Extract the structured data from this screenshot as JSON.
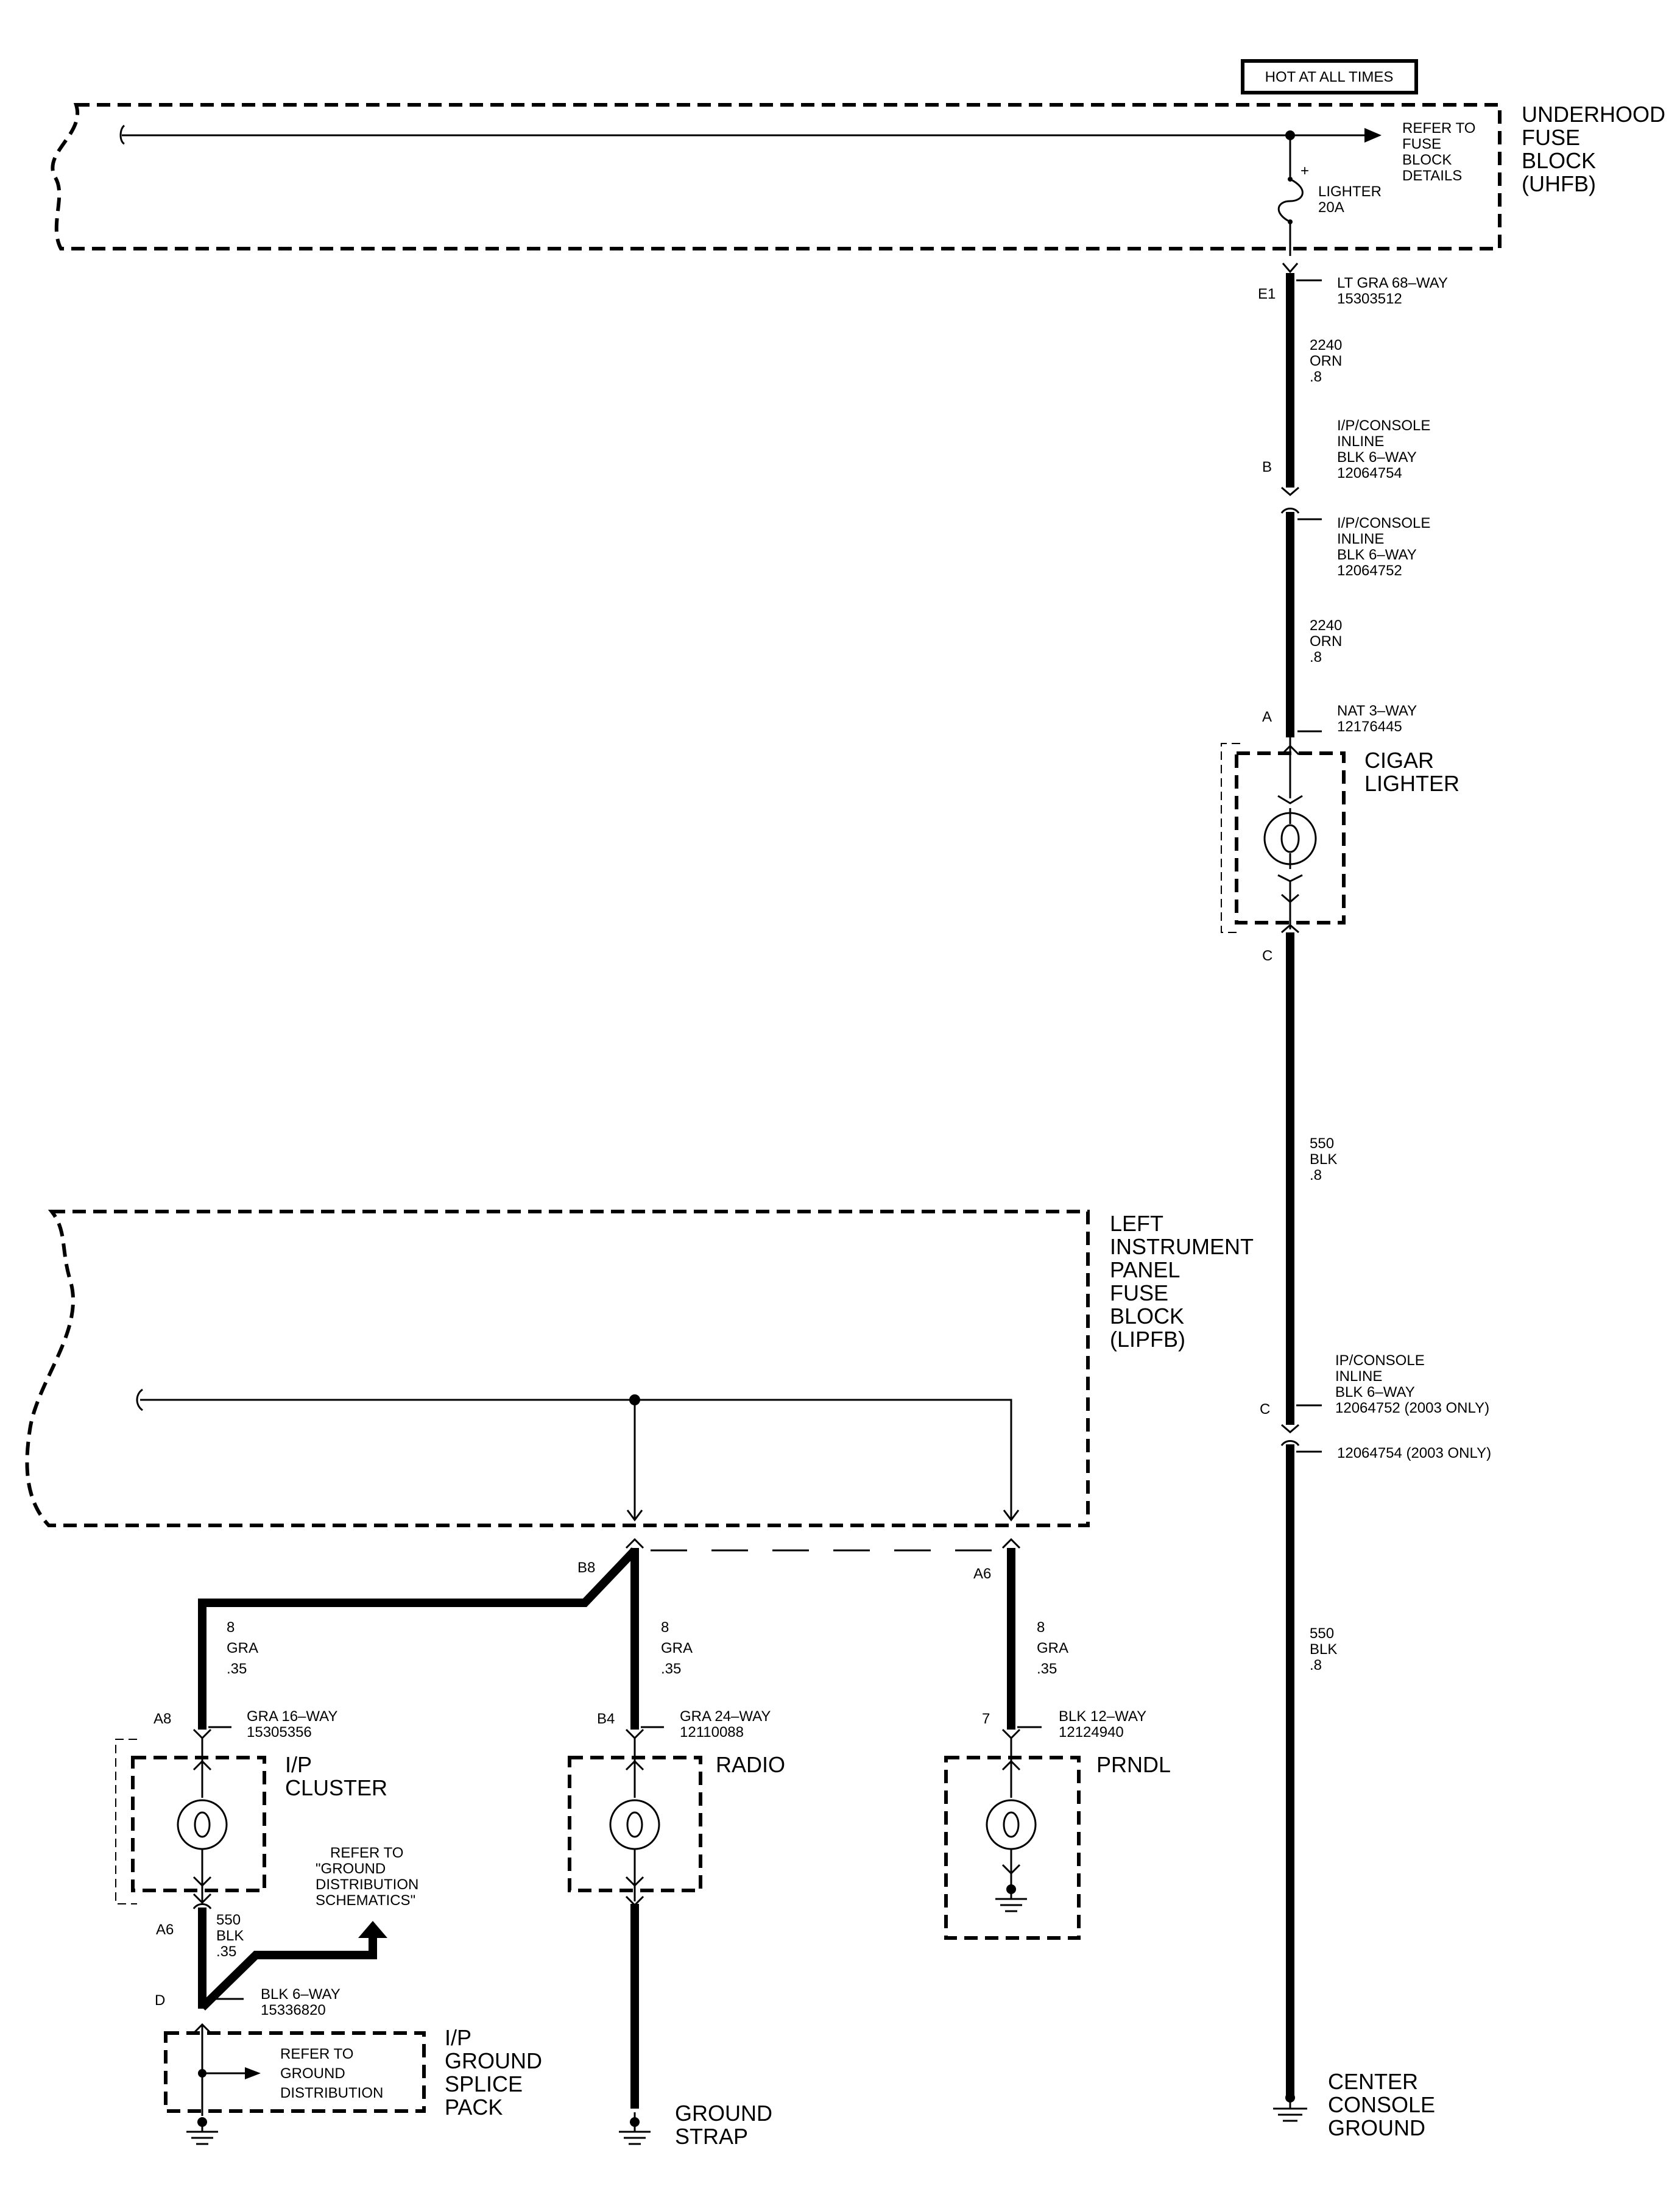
{
  "power_tag": "HOT AT ALL TIMES",
  "uhfb": {
    "title": [
      "UNDERHOOD",
      "FUSE",
      "BLOCK",
      "(UHFB)"
    ],
    "refer": [
      "REFER TO",
      "FUSE",
      "BLOCK",
      "DETAILS"
    ],
    "fuse_plus": "+",
    "fuse": [
      "LIGHTER",
      "20A"
    ]
  },
  "right_circuit": {
    "e1_pin": "E1",
    "e1_connector": [
      "LT GRA 68–WAY",
      "15303512"
    ],
    "wire1": [
      "2240",
      "ORN",
      ".8"
    ],
    "b_pin": "B",
    "conn_b_upper": [
      "I/P/CONSOLE",
      "INLINE",
      "BLK 6–WAY",
      "12064754"
    ],
    "conn_b_lower": [
      "I/P/CONSOLE",
      "INLINE",
      "BLK 6–WAY",
      "12064752"
    ],
    "wire2": [
      "2240",
      "ORN",
      ".8"
    ],
    "a_pin": "A",
    "lighter_connector": [
      "NAT 3–WAY",
      "12176445"
    ],
    "cigar_lighter": [
      "CIGAR",
      "LIGHTER"
    ],
    "c_pin": "C",
    "wire3": [
      "550",
      "BLK",
      ".8"
    ],
    "conn_c_upper": [
      "IP/CONSOLE",
      "INLINE",
      "BLK 6–WAY",
      "12064752 (2003 ONLY)"
    ],
    "c2_pin": "C",
    "conn_c_lower": "12064754 (2003 ONLY)",
    "wire4": [
      "550",
      "BLK",
      ".8"
    ],
    "ground": [
      "CENTER",
      "CONSOLE",
      "GROUND"
    ]
  },
  "lipfb": {
    "title": [
      "LEFT",
      "INSTRUMENT",
      "PANEL",
      "FUSE",
      "BLOCK",
      "(LIPFB)"
    ]
  },
  "left_circuit": {
    "b8_pin": "B8",
    "a6_top_pin": "A6",
    "wire_cluster": [
      "8",
      "GRA",
      ".35"
    ],
    "wire_radio": [
      "8",
      "GRA",
      ".35"
    ],
    "wire_prndl": [
      "8",
      "GRA",
      ".35"
    ],
    "a8_pin": "A8",
    "cluster_connector": [
      "GRA 16–WAY",
      "15305356"
    ],
    "b4_pin": "B4",
    "radio_connector": [
      "GRA 24–WAY",
      "12110088"
    ],
    "pin_7": "7",
    "prndl_connector": [
      "BLK 12–WAY",
      "12124940"
    ],
    "cluster": [
      "I/P",
      "CLUSTER"
    ],
    "radio": "RADIO",
    "prndl": "PRNDL",
    "refer_ground": [
      "REFER TO",
      "\"GROUND",
      "DISTRIBUTION",
      "SCHEMATICS\""
    ],
    "a6_pin": "A6",
    "wire_ground": [
      "550",
      "BLK",
      ".35"
    ],
    "d_pin": "D",
    "splice_connector": [
      "BLK 6–WAY",
      "15336820"
    ],
    "splice_refer": [
      "REFER TO",
      "GROUND",
      "DISTRIBUTION"
    ],
    "splice_pack": [
      "I/P",
      "GROUND",
      "SPLICE",
      "PACK"
    ],
    "ground_strap": [
      "GROUND",
      "STRAP"
    ]
  }
}
